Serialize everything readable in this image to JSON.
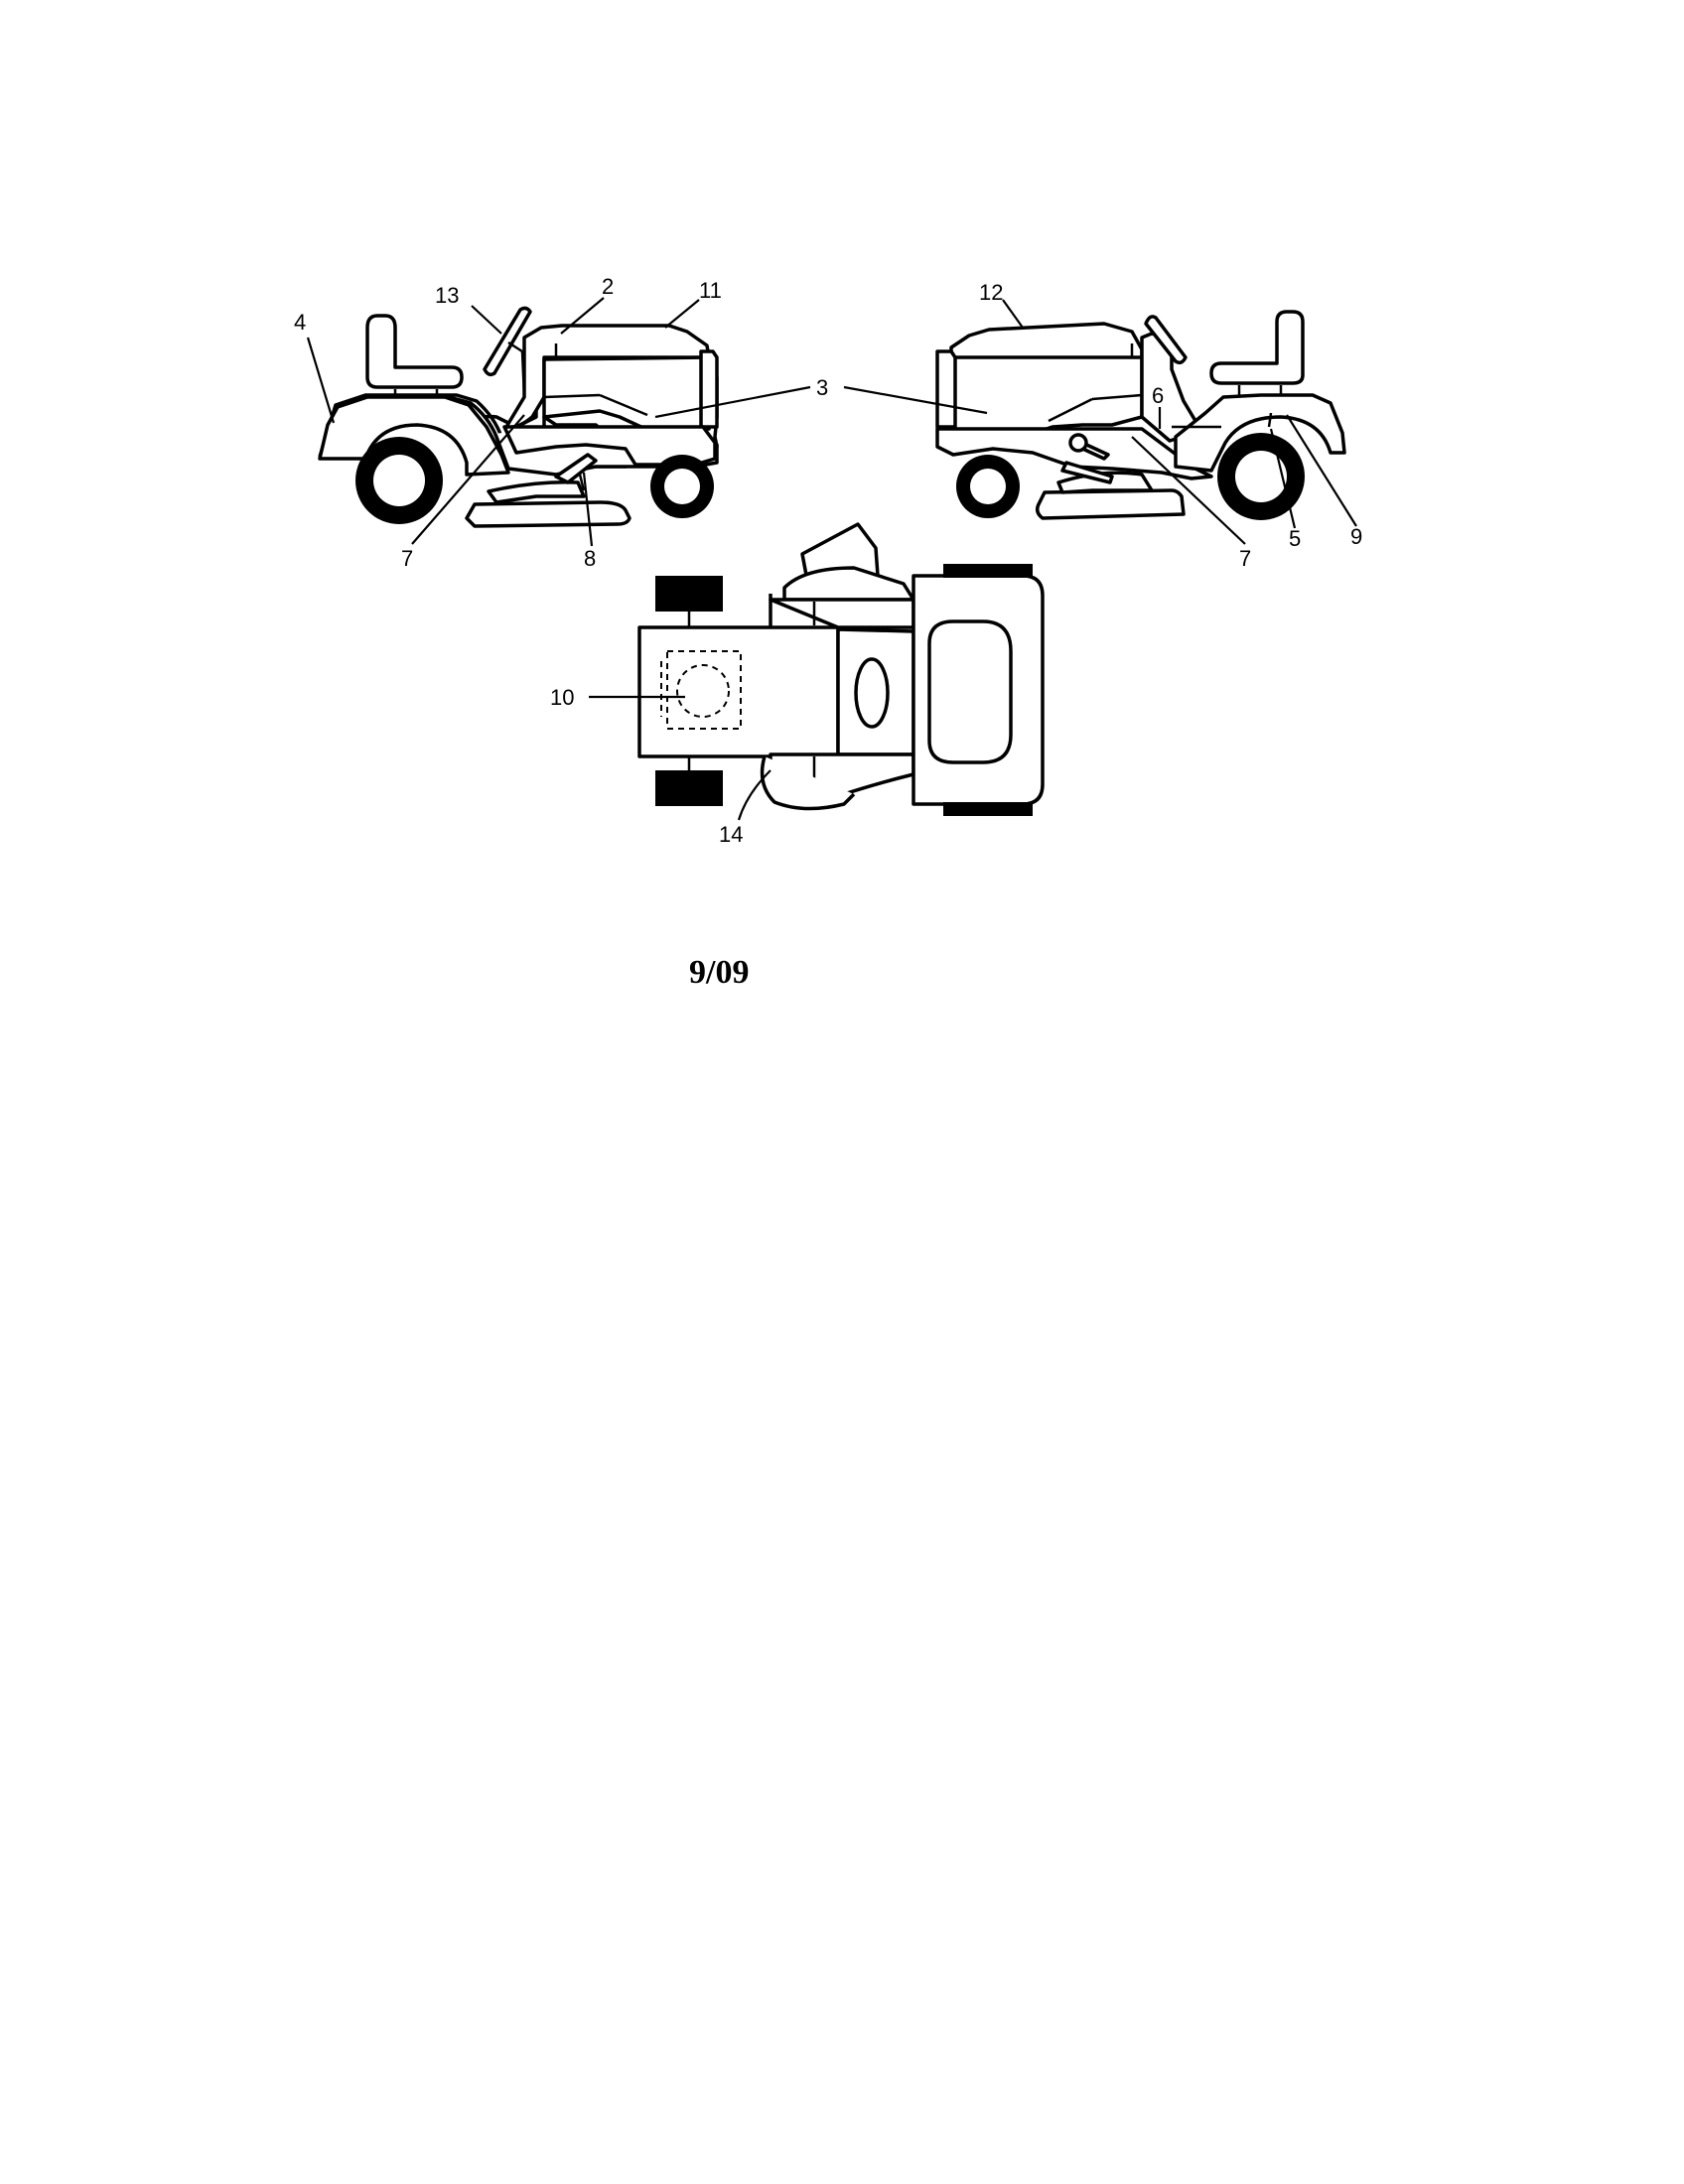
{
  "labels": {
    "l2": "2",
    "l3": "3",
    "l4": "4",
    "l5": "5",
    "l6": "6",
    "l7a": "7",
    "l7b": "7",
    "l8": "8",
    "l9": "9",
    "l10": "10",
    "l11": "11",
    "l12": "12",
    "l13": "13",
    "l14": "14"
  },
  "date_code": "9/09"
}
